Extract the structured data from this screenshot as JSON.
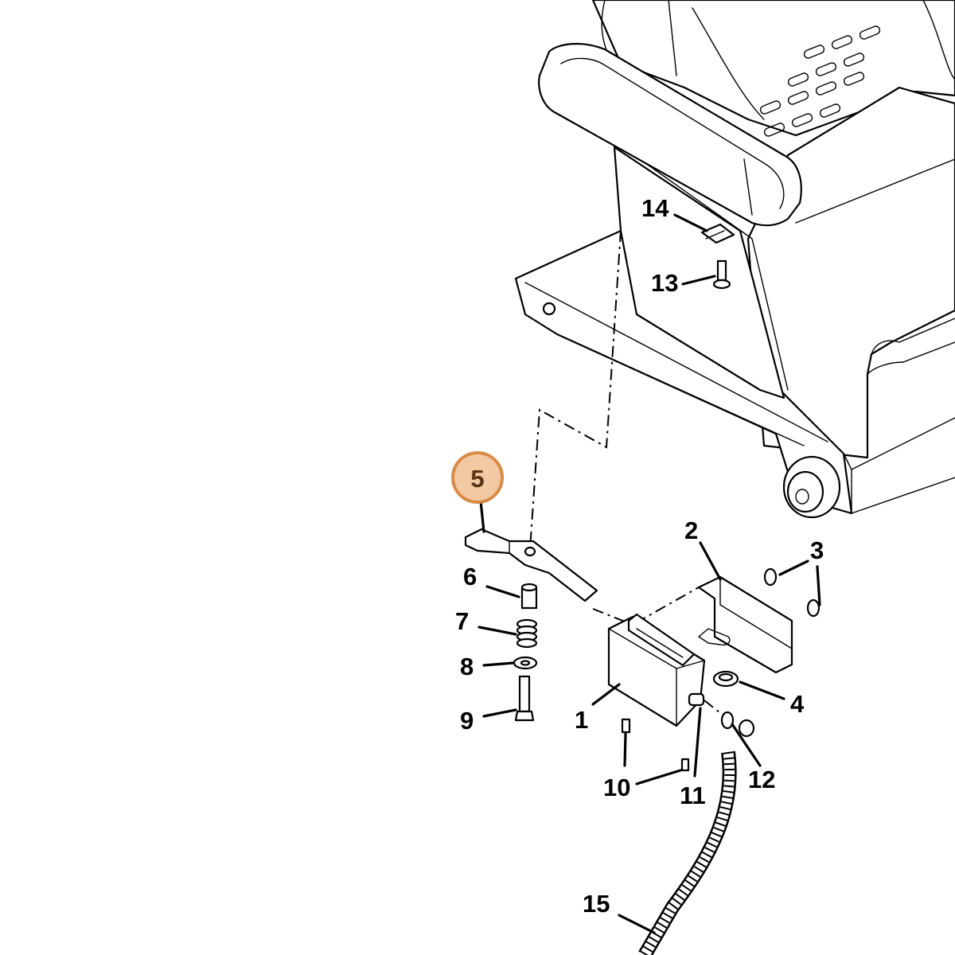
{
  "labels": {
    "p1": "1",
    "p2": "2",
    "p3": "3",
    "p4": "4",
    "p5": "5",
    "p6": "6",
    "p7": "7",
    "p8": "8",
    "p9": "9",
    "p10": "10",
    "p11": "11",
    "p12": "12",
    "p13": "13",
    "p14": "14",
    "p15": "15"
  },
  "highlight": {
    "part": "5",
    "fill_color": "#f3c9a3",
    "stroke_color": "#d98a45"
  }
}
